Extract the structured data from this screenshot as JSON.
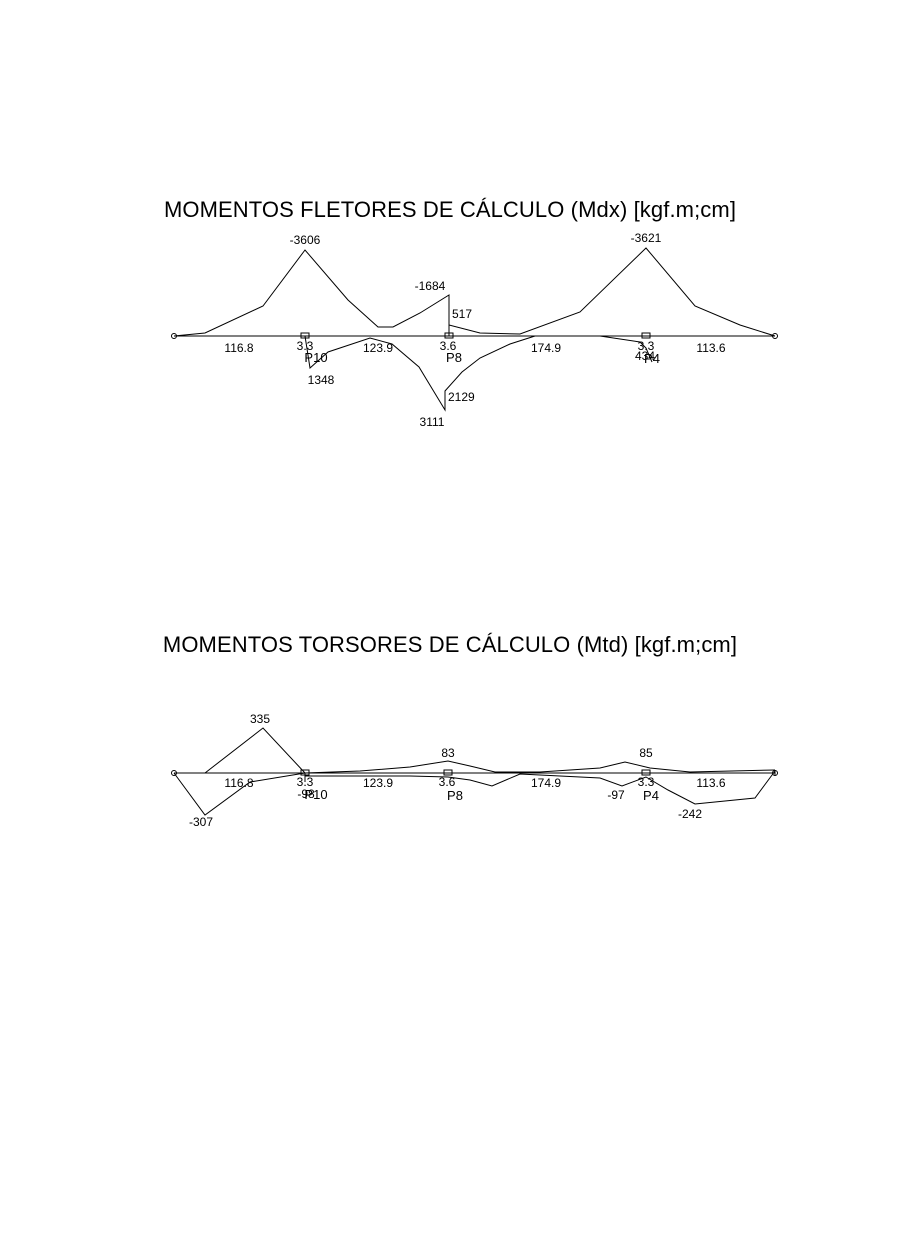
{
  "flexure": {
    "title": "MOMENTOS FLETORES DE CÁLCULO (Mdx) [kgf.m;cm]",
    "spans": [
      "116.8",
      "123.9",
      "174.9",
      "113.6"
    ],
    "supports": [
      "3.3",
      "3.6",
      "3.3"
    ],
    "pillars": [
      "P10",
      "P8",
      "P4"
    ],
    "values": {
      "neg_p10": "-3606",
      "neg_p4": "-3621",
      "neg_p8": "-1684",
      "p8_upper": "517",
      "p10_pos": "1348",
      "p8_pos": "2129",
      "max_pos": "3111",
      "p4_pos": "434"
    }
  },
  "torsion": {
    "title": "MOMENTOS TORSORES DE CÁLCULO (Mtd) [kgf.m;cm]",
    "spans": [
      "116.8",
      "123.9",
      "174.9",
      "113.6"
    ],
    "supports": [
      "3.3",
      "3.6",
      "3.3"
    ],
    "pillars": [
      "P10",
      "P8",
      "P4"
    ],
    "values": {
      "peak_span1": "335",
      "low_span1": "-307",
      "p10_neg": "-98",
      "p8_peak": "83",
      "p4_peak": "85",
      "p4_neg": "-97",
      "low_span4": "-242"
    }
  }
}
